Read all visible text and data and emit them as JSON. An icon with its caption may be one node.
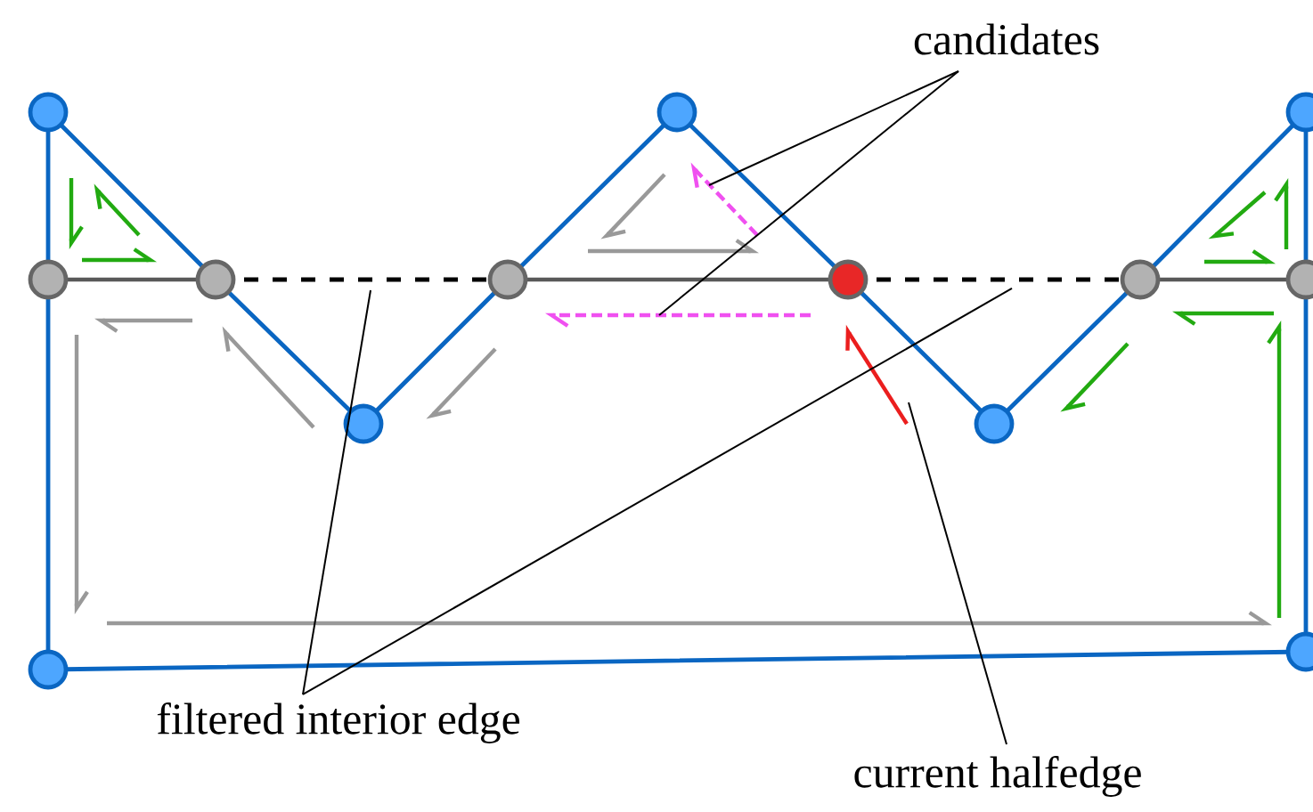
{
  "diagram": {
    "nodes": [
      {
        "text": [
          "candidates"
        ]
      },
      {
        "text": [
          "filtered interior edge"
        ]
      },
      {
        "text": [
          "current halfedge"
        ]
      }
    ],
    "edges": [
      {
        "from": 0,
        "to": null,
        "arrow": "none"
      },
      {
        "from": 0,
        "to": null,
        "arrow": "none"
      },
      {
        "from": 1,
        "to": null,
        "arrow": "none"
      },
      {
        "from": 1,
        "to": null,
        "arrow": "none"
      },
      {
        "from": 2,
        "to": null,
        "arrow": "none"
      }
    ]
  }
}
